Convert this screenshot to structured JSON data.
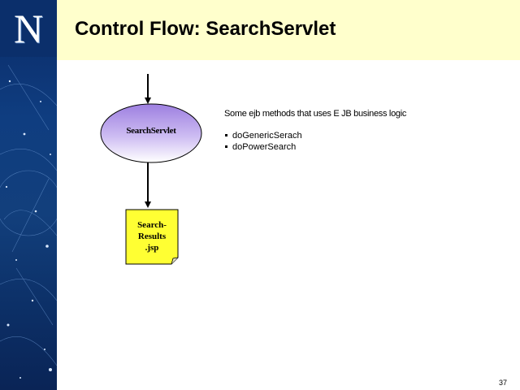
{
  "slide": {
    "logo_letter": "N",
    "title": "Control Flow: SearchServlet",
    "page_number": "37"
  },
  "diagram": {
    "servlet_node": "SearchServlet",
    "results_node_lines": [
      "Search-",
      "Results",
      ".jsp"
    ]
  },
  "notes": {
    "heading": "Some ejb methods that uses E JB business logic",
    "bullets": [
      "doGenericSerach",
      "doPowerSearch"
    ]
  },
  "colors": {
    "header_band": "#ffffcc",
    "ellipse_top": "#9d7fe0",
    "ellipse_bottom": "#ffffff",
    "document_fill": "#ffff33",
    "sidebar": "#0f3d80"
  }
}
